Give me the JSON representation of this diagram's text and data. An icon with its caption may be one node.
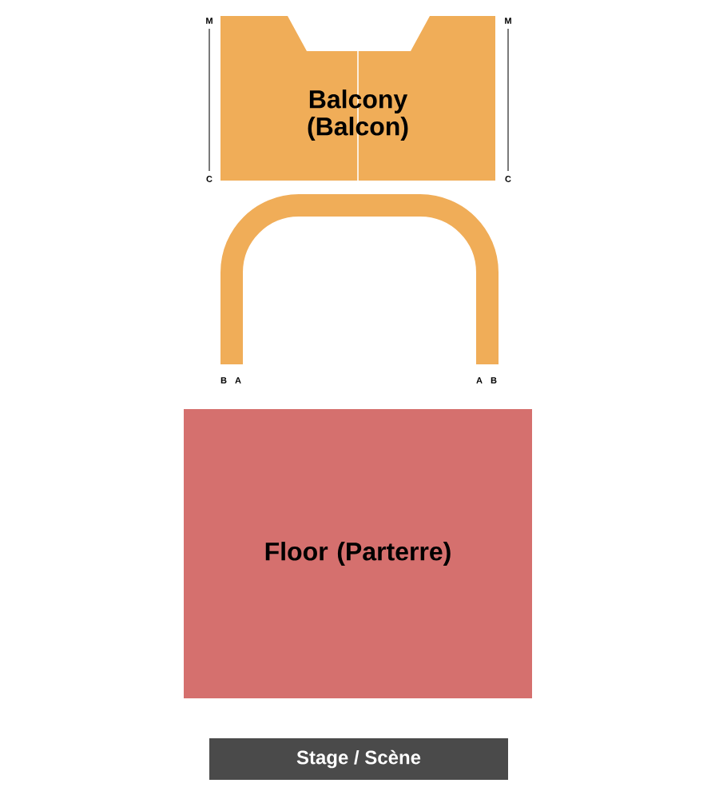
{
  "diagram": {
    "nodes": [
      {
        "text": [
          "Balcony (Balcon)"
        ]
      },
      {
        "text": [],
        "shape": "band"
      },
      {
        "text": [
          "Floor (Parterre)"
        ]
      },
      {
        "text": [
          "Stage / Scène"
        ]
      }
    ],
    "labels": [
      "M",
      "M",
      "C",
      "C",
      "B",
      "A",
      "A",
      "B"
    ]
  }
}
